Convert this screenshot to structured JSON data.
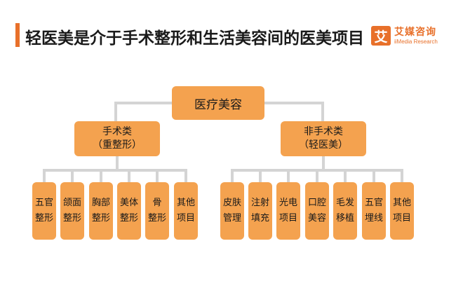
{
  "title": "轻医美是介于手术整形和生活美容间的医美项目",
  "logo": {
    "mark": "艾",
    "name_cn": "艾媒咨询",
    "name_en": "iiMedia Research"
  },
  "root": {
    "label": "医疗美容"
  },
  "branches": [
    {
      "line1": "手术类",
      "line2": "（重整形）",
      "children": [
        {
          "line1": "五官",
          "line2": "整形"
        },
        {
          "line1": "颌面",
          "line2": "整形"
        },
        {
          "line1": "胸部",
          "line2": "整形"
        },
        {
          "line1": "美体",
          "line2": "整形"
        },
        {
          "line1": "骨",
          "line2": "整形"
        },
        {
          "line1": "其他",
          "line2": "项目"
        }
      ]
    },
    {
      "line1": "非手术类",
      "line2": "（轻医美）",
      "children": [
        {
          "line1": "皮肤",
          "line2": "管理"
        },
        {
          "line1": "注射",
          "line2": "填充"
        },
        {
          "line1": "光电",
          "line2": "项目"
        },
        {
          "line1": "口腔",
          "line2": "美容"
        },
        {
          "line1": "毛发",
          "line2": "移植"
        },
        {
          "line1": "五官",
          "line2": "埋线"
        },
        {
          "line1": "其他",
          "line2": "项目"
        }
      ]
    }
  ],
  "colors": {
    "accent": "#e8702a",
    "node": "#f4a24f",
    "connector": "#d4d4d4"
  }
}
